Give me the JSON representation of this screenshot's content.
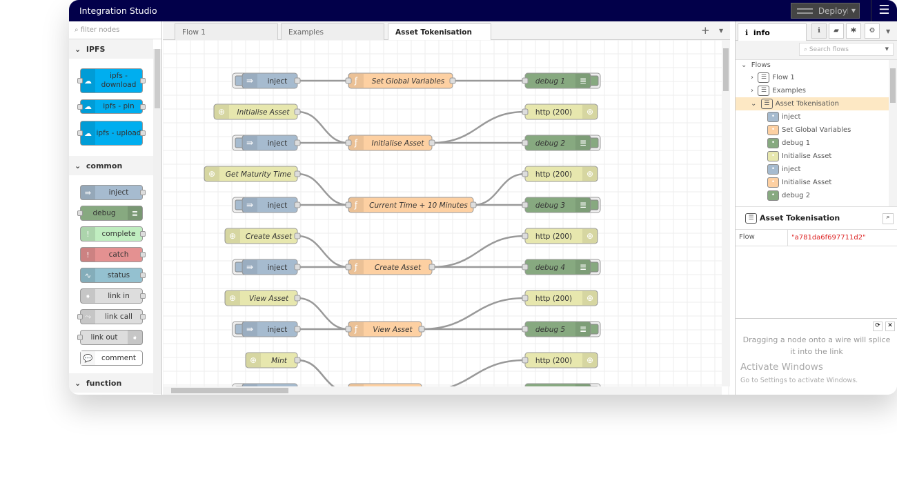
{
  "header": {
    "title": "Integration Studio",
    "deploy_label": "Deploy",
    "menu_icon": "hamburger-icon"
  },
  "palette": {
    "filter_placeholder": "filter nodes",
    "categories": [
      "IPFS",
      "common",
      "function"
    ],
    "ipfs": [
      {
        "label": "ipfs - download",
        "icon": "cloud-download-icon",
        "color": "#00aeef"
      },
      {
        "label": "ipfs - pin",
        "icon": "arrow-right-icon",
        "color": "#00aeef"
      },
      {
        "label": "ipfs - upload",
        "icon": "cloud-upload-icon",
        "color": "#00aeef"
      }
    ],
    "common": [
      {
        "label": "inject",
        "color": "#a6bbcf"
      },
      {
        "label": "debug",
        "color": "#87a980"
      },
      {
        "label": "complete",
        "color": "#c0edc0"
      },
      {
        "label": "catch",
        "color": "#e49191"
      },
      {
        "label": "status",
        "color": "#94c1d0"
      },
      {
        "label": "link in",
        "color": "#dddddd"
      },
      {
        "label": "link call",
        "color": "#dddddd"
      },
      {
        "label": "link out",
        "color": "#dddddd"
      },
      {
        "label": "comment",
        "color": "#ffffff"
      }
    ]
  },
  "tabs": [
    {
      "label": "Flow 1"
    },
    {
      "label": "Examples"
    },
    {
      "label": "Asset Tokenisation",
      "active": true
    }
  ],
  "flow": {
    "nodes": [
      {
        "label": "inject",
        "type": "inject"
      },
      {
        "label": "Set Global Variables",
        "type": "function"
      },
      {
        "label": "debug 1",
        "type": "debug"
      },
      {
        "label": "Initialise Asset",
        "type": "http-in"
      },
      {
        "label": "http (200)",
        "type": "http-response"
      },
      {
        "label": "inject",
        "type": "inject"
      },
      {
        "label": "Initialise Asset",
        "type": "function"
      },
      {
        "label": "debug 2",
        "type": "debug"
      },
      {
        "label": "Get Maturity Time",
        "type": "http-in"
      },
      {
        "label": "http (200)",
        "type": "http-response"
      },
      {
        "label": "inject",
        "type": "inject"
      },
      {
        "label": "Current Time + 10 Minutes",
        "type": "function"
      },
      {
        "label": "debug 3",
        "type": "debug"
      },
      {
        "label": "Create Asset",
        "type": "http-in"
      },
      {
        "label": "http (200)",
        "type": "http-response"
      },
      {
        "label": "inject",
        "type": "inject"
      },
      {
        "label": "Create Asset",
        "type": "function"
      },
      {
        "label": "debug 4",
        "type": "debug"
      },
      {
        "label": "View Asset",
        "type": "http-in"
      },
      {
        "label": "http (200)",
        "type": "http-response"
      },
      {
        "label": "inject",
        "type": "inject"
      },
      {
        "label": "View Asset",
        "type": "function"
      },
      {
        "label": "debug 5",
        "type": "debug"
      },
      {
        "label": "Mint",
        "type": "http-in"
      },
      {
        "label": "http (200)",
        "type": "http-response"
      },
      {
        "label": "",
        "type": "inject"
      },
      {
        "label": "",
        "type": "function"
      },
      {
        "label": "",
        "type": "debug"
      }
    ],
    "colors": {
      "inject": "#a6bbcf",
      "function": "#fdd0a2",
      "debug": "#87a980",
      "http-in": "#e7e7ae",
      "http-response": "#e7e7ae"
    }
  },
  "sidebar": {
    "tab_label": "info",
    "search_placeholder": "Search flows",
    "tree": {
      "root": "Flows",
      "flows": [
        "Flow 1",
        "Examples",
        "Asset Tokenisation"
      ],
      "children": [
        {
          "label": "inject",
          "color": "#a6bbcf"
        },
        {
          "label": "Set Global Variables",
          "color": "#fdd0a2"
        },
        {
          "label": "debug 1",
          "color": "#87a980"
        },
        {
          "label": "Initialise Asset",
          "color": "#e7e7ae"
        },
        {
          "label": "inject",
          "color": "#a6bbcf"
        },
        {
          "label": "Initialise Asset",
          "color": "#fdd0a2"
        },
        {
          "label": "debug 2",
          "color": "#87a980"
        }
      ]
    },
    "details": {
      "title": "Asset Tokenisation",
      "flow_key": "Flow",
      "flow_value": "\"a781da6f697711d2\""
    },
    "tip": "Dragging a node onto a wire will splice it into the link"
  },
  "watermark": {
    "title": "Activate Windows",
    "subtitle": "Go to Settings to activate Windows."
  }
}
